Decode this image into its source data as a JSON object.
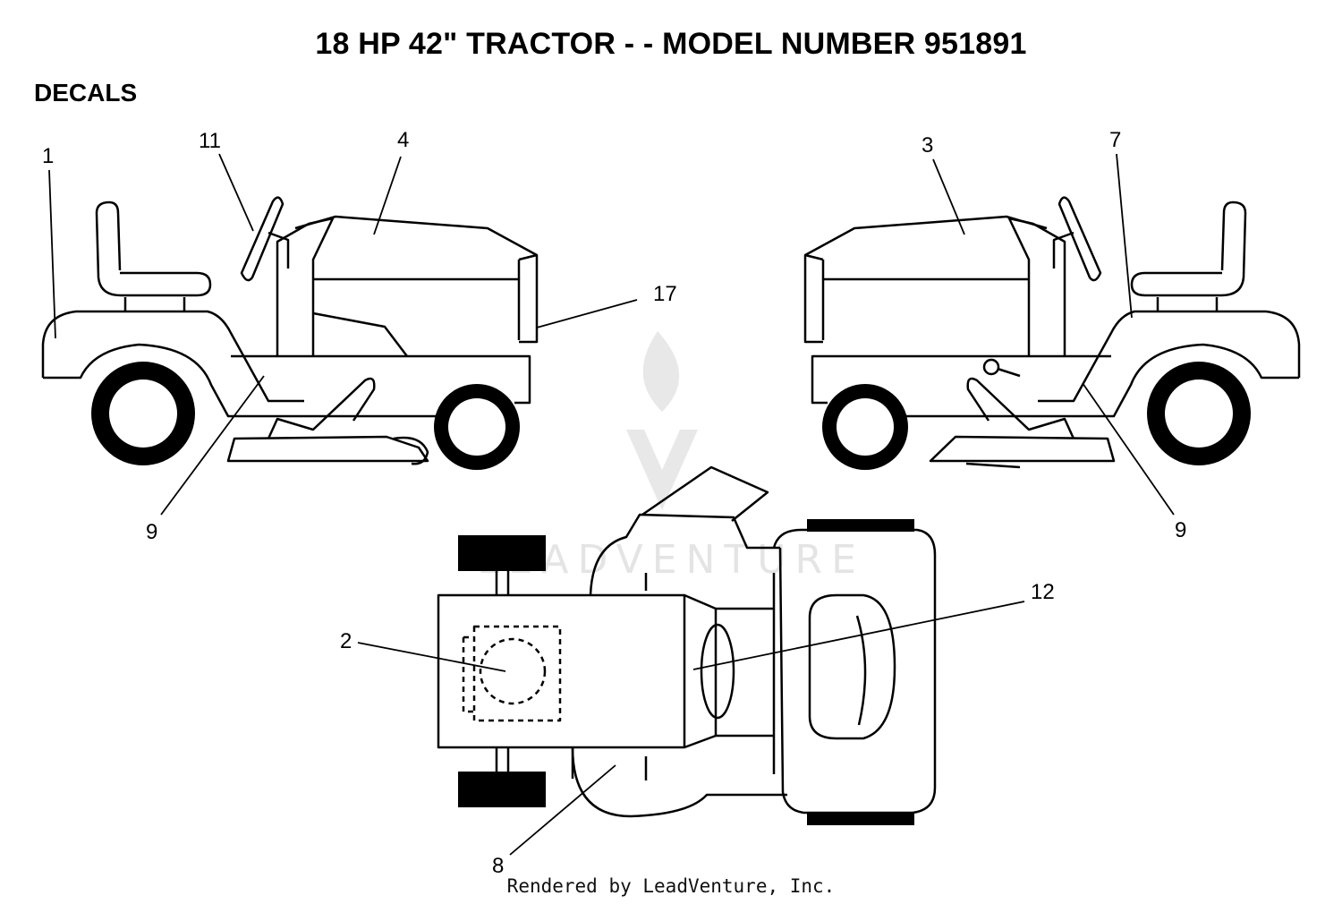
{
  "title": "18 HP 42\" TRACTOR - - MODEL NUMBER 951891",
  "section": "DECALS",
  "footer": "Rendered by LeadVenture, Inc.",
  "watermark": "LEADVENTURE",
  "callouts": {
    "left_1": "1",
    "left_11": "11",
    "left_4": "4",
    "left_17": "17",
    "left_9": "9",
    "right_3": "3",
    "right_7": "7",
    "right_9": "9",
    "top_2": "2",
    "top_12": "12",
    "top_8": "8"
  },
  "colors": {
    "line": "#000000",
    "background": "#ffffff",
    "watermark": "#e4e4e4"
  }
}
